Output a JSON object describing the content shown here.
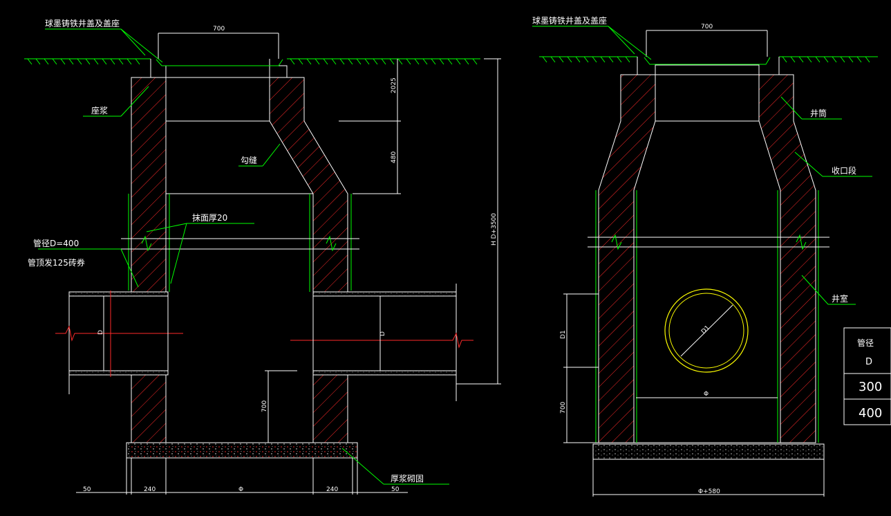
{
  "section_view": {
    "cover_label": "球墨铸铁井盖及盖座",
    "seat_label": "座浆",
    "cone_label": "勾缝",
    "plaster_label": "抹面厚20",
    "pipe_label": "管径D=400",
    "arch_label": "管顶发125砖券",
    "base_label": "厚浆砌固",
    "dim_cover": "700",
    "dim_shaft": "2025",
    "dim_cone": "480",
    "dim_total": "H   D+3500",
    "dim_pipe_left": "D",
    "dim_pipe_right": "D",
    "dim_sump": "700",
    "dim_b1": "50",
    "dim_b2": "240",
    "dim_b3": "Φ",
    "dim_b4": "240",
    "dim_b5": "50"
  },
  "elevation_view": {
    "cover_label": "球墨铸铁井盖及盖座",
    "neck_label": "井筒",
    "cone_label": "收口段",
    "chamber_label": "井室",
    "dim_cover": "700",
    "dim_pipe_dia": "D1",
    "dim_pipe": "D1",
    "dim_sump": "700",
    "dim_inner": "Φ",
    "dim_base": "Φ+580"
  },
  "table": {
    "header_1": "管径",
    "header_2": "D",
    "rows": [
      "300",
      "400"
    ]
  },
  "colors": {
    "background": "#000000",
    "wall_outline": "#ffffff",
    "hatch": "#ff2a2a",
    "leader": "#00ff00",
    "ground": "#00ff00",
    "pipe_ring": "#ffff00",
    "dimension": "#ffffff"
  }
}
